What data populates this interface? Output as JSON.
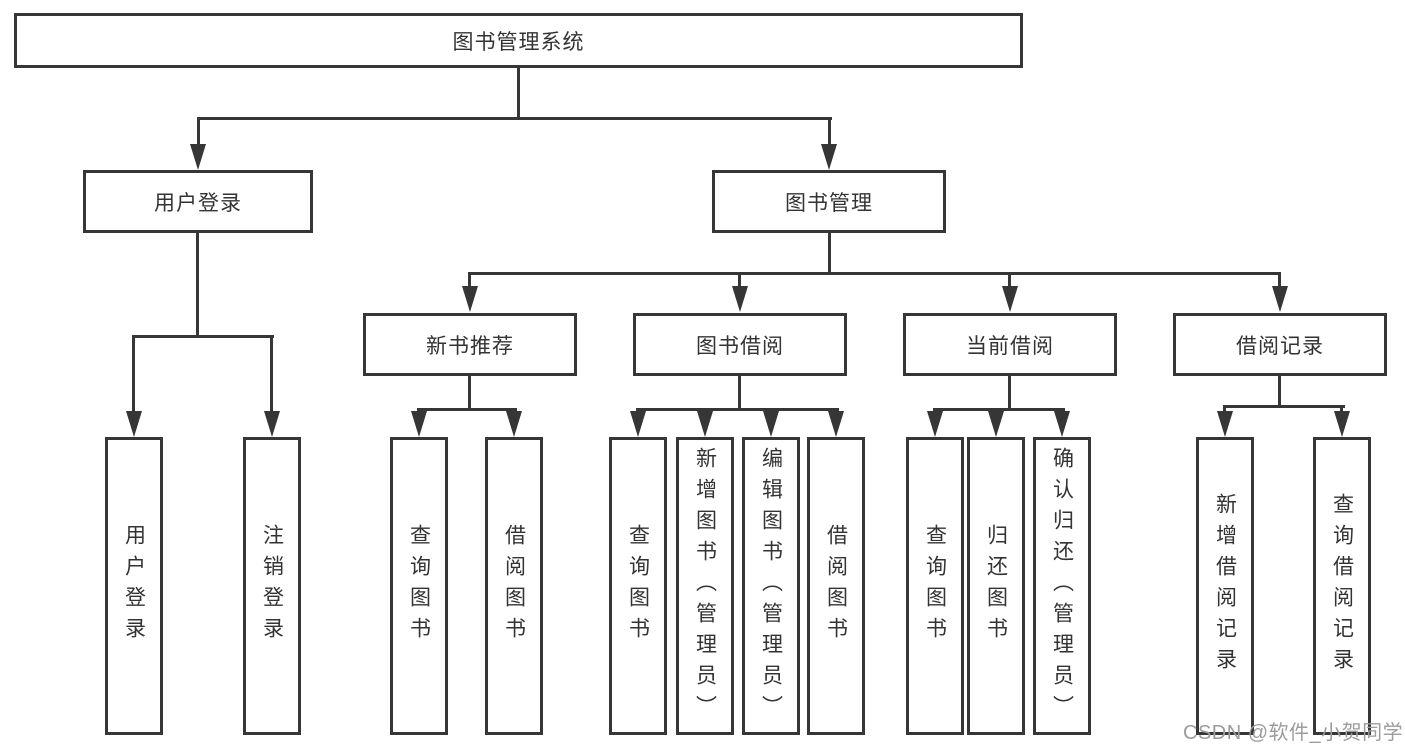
{
  "diagram": {
    "type": "hierarchy-tree",
    "colors": {
      "line": "#363636",
      "text": "#333333",
      "background": "#ffffff",
      "watermark": "#9c9c9c"
    },
    "tree": {
      "label": "图书管理系统",
      "children": [
        {
          "label": "用户登录",
          "children": [
            {
              "label": "用户登录"
            },
            {
              "label": "注销登录"
            }
          ]
        },
        {
          "label": "图书管理",
          "children": [
            {
              "label": "新书推荐",
              "children": [
                {
                  "label": "查询图书"
                },
                {
                  "label": "借阅图书"
                }
              ]
            },
            {
              "label": "图书借阅",
              "children": [
                {
                  "label": "查询图书"
                },
                {
                  "label": "新增图书（管理员）"
                },
                {
                  "label": "编辑图书（管理员）"
                },
                {
                  "label": "借阅图书"
                }
              ]
            },
            {
              "label": "当前借阅",
              "children": [
                {
                  "label": "查询图书"
                },
                {
                  "label": "归还图书"
                },
                {
                  "label": "确认归还（管理员）"
                }
              ]
            },
            {
              "label": "借阅记录",
              "children": [
                {
                  "label": "新增借阅记录"
                },
                {
                  "label": "查询借阅记录"
                }
              ]
            }
          ]
        }
      ]
    }
  },
  "watermark": {
    "text": "CSDN @软件_小贺同学"
  }
}
